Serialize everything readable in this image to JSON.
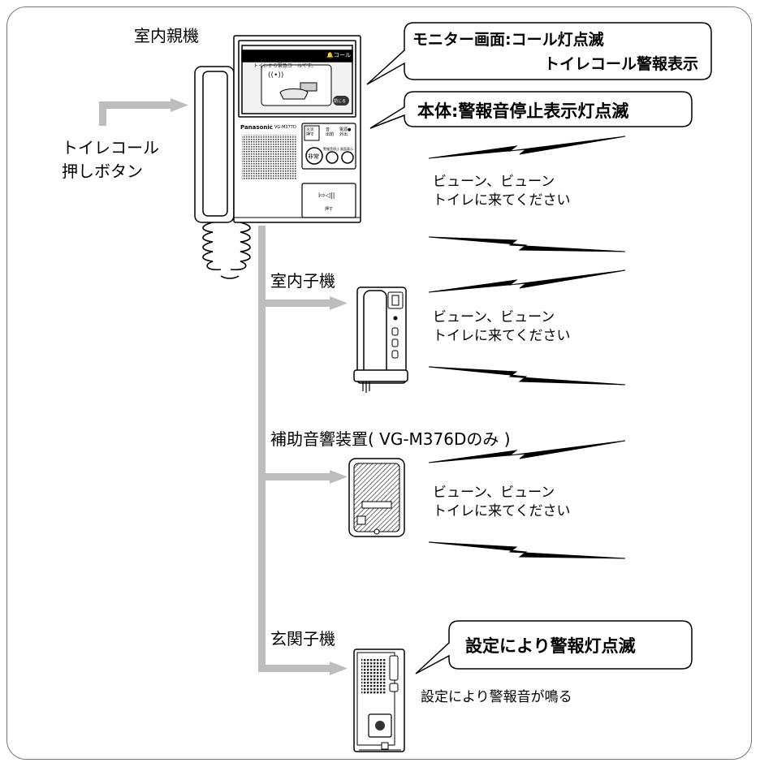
{
  "labels": {
    "master": "室内親機",
    "toilet_button": [
      "トイレコール",
      "押しボタン"
    ],
    "sub_indoor": "室内子機",
    "aux_speaker": "補助音響装置( VG-M376Dのみ )",
    "door_station": "玄関子機"
  },
  "callouts": {
    "monitor": [
      "モニター画面:コール灯点滅",
      "トイレコール警報表示"
    ],
    "body": "本体:警報音停止表示灯点滅",
    "door": "設定により警報灯点滅"
  },
  "sounds": {
    "master": [
      "ビューン、ビューン",
      "トイレに来てください"
    ],
    "sub_indoor": [
      "ビューン、ビューン",
      "トイレに来てください"
    ],
    "aux_speaker": [
      "ビューン、ビューン",
      "トイレに来てください"
    ],
    "door": "設定により警報音が鳴る"
  },
  "device": {
    "brand": "Panasonic",
    "model": "VG-M377D",
    "screen_header": "🔔コール",
    "screen_message": "トイレから緊急コールです。",
    "screen_icon_text": "((•))",
    "screen_button": "閉じる",
    "btn_fire": [
      "火災",
      "押す"
    ],
    "btn_aux": [
      "音",
      "出閉"
    ],
    "btn_power": [
      "電源●",
      "外出"
    ],
    "btn_alarm_stop": "警報音停止",
    "btn_screen_show": "画面表示",
    "btn_emergency": "非常",
    "btn_call": "押す"
  },
  "colors": {
    "connector_gray": "#bdbdbd",
    "outline": "#000000",
    "frame": "#777777"
  }
}
